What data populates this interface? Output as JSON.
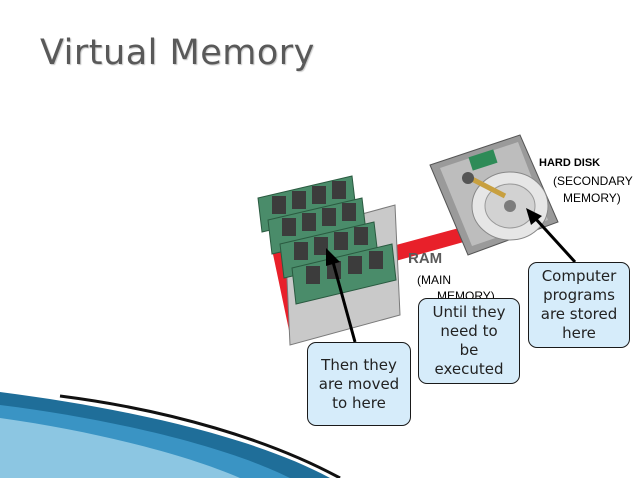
{
  "title": "Virtual Memory",
  "labels": {
    "ram": "RAM",
    "main_memory_1": "(MAIN",
    "main_memory_2": "MEMORY)",
    "hard_disk": "HARD DISK",
    "secondary_1": "(SECONDARY",
    "secondary_2": "MEMORY)"
  },
  "callouts": {
    "programs": [
      "Computer",
      "programs",
      "are stored",
      "here"
    ],
    "until": [
      "Until they",
      "need to",
      "be",
      "executed"
    ],
    "moved": [
      "Then they",
      "are moved",
      "to here"
    ]
  },
  "colors": {
    "title": "#595959",
    "callout_fill": "#d6ecfa",
    "connector": "#e8202a",
    "ram_board": "#4a8c6a",
    "chip": "#3c3c3c",
    "swoosh": "#1f6e99"
  }
}
